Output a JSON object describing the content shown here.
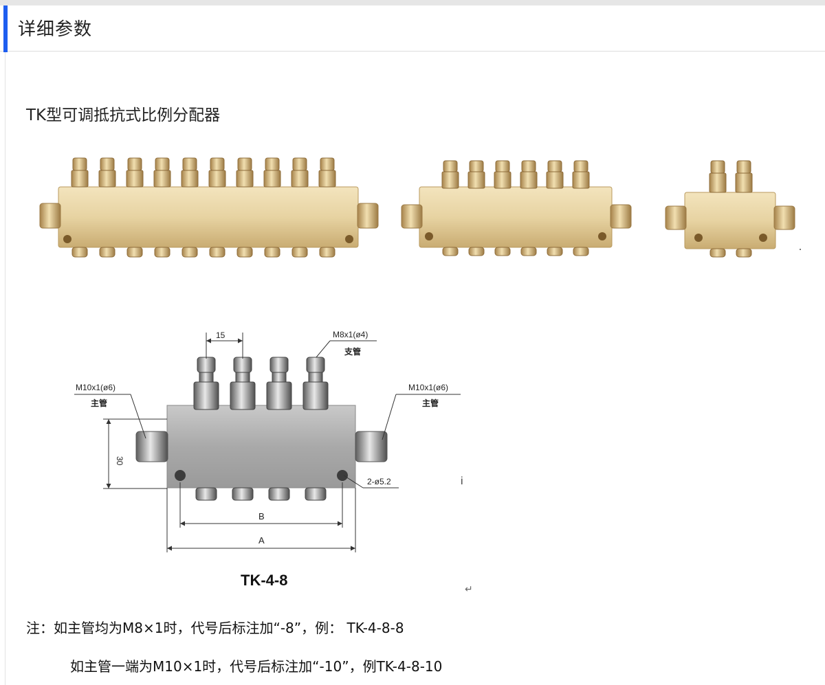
{
  "section": {
    "title": "详细参数"
  },
  "product": {
    "title": "TK型可调抵抗式比例分配器"
  },
  "photos": [
    {
      "name": "distributor-10-outlet",
      "outlets": 10
    },
    {
      "name": "distributor-6-outlet",
      "outlets": 6
    },
    {
      "name": "distributor-2-outlet",
      "outlets": 2
    }
  ],
  "drawing": {
    "dim_pitch": "15",
    "branch_thread": "M8x1(ø4)",
    "branch_label": "支管",
    "main_thread_left": "M10x1(ø6)",
    "main_label_left": "主管",
    "main_thread_right": "M10x1(ø6)",
    "main_label_right": "主管",
    "dim_height": "30",
    "hole_spec": "2-ø5.2",
    "dim_b": "B",
    "dim_a": "A",
    "model": "TK-4-8"
  },
  "notes": {
    "line1": "注：如主管均为M8×1时，代号后标注加“-8”，例： TK-4-8-8",
    "line2": "如主管一端为M10×1时，代号后标注加“-10”，例TK-4-8-10"
  },
  "colors": {
    "accent": "#1e5ef0",
    "brass": "#d9c08a",
    "steel": "#a8a8a8"
  }
}
